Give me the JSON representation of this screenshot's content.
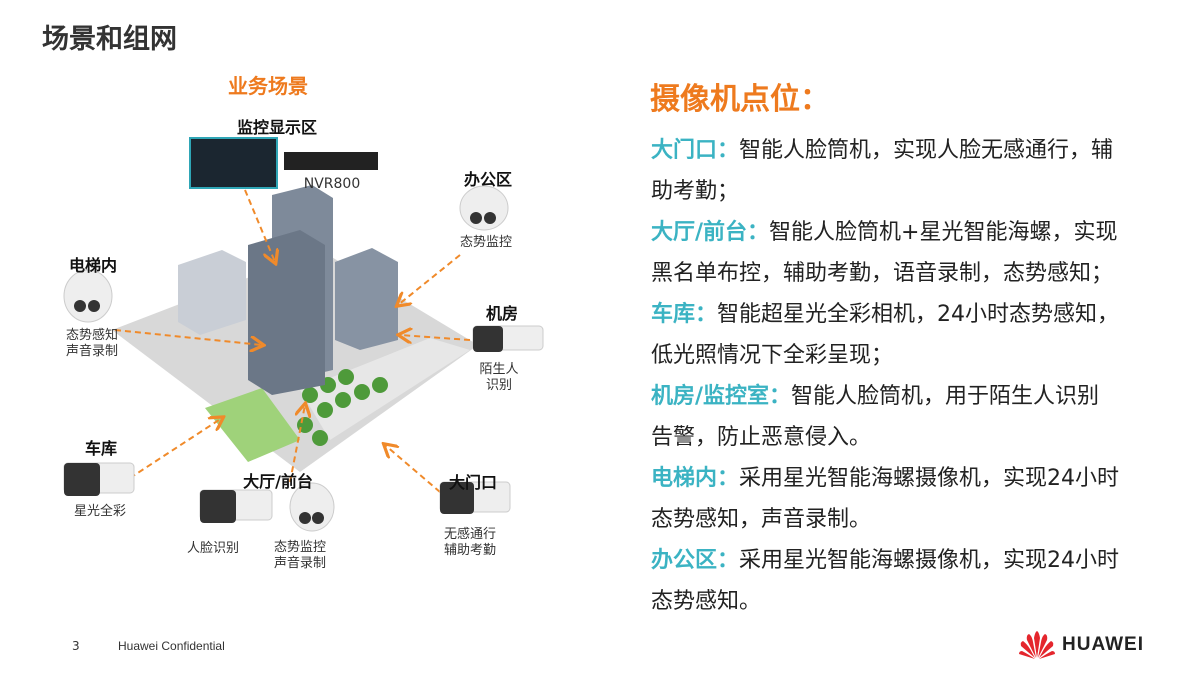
{
  "page_title": "场景和组网",
  "scene": {
    "title": "业务场景",
    "monitor_area": "监控显示区",
    "nvr_label": "NVR800",
    "office": {
      "title": "办公区",
      "desc": "态势监控"
    },
    "elevator": {
      "title": "电梯内",
      "desc1": "态势感知",
      "desc2": "声音录制"
    },
    "server_room": {
      "title": "机房",
      "desc1": "陌生人",
      "desc2": "识别"
    },
    "garage": {
      "title": "车库",
      "desc": "星光全彩"
    },
    "lobby": {
      "title": "大厅/前台",
      "bullet_desc": "人脸识别",
      "dome_desc1": "态势监控",
      "dome_desc2": "声音录制"
    },
    "gate": {
      "title": "大门口",
      "desc1": "无感通行",
      "desc2": "辅助考勤"
    }
  },
  "camera_points": {
    "title": "摄像机点位：",
    "items": [
      {
        "key": "大门口：",
        "line1": "智能人脸筒机，实现人脸无感通行，辅",
        "line2": "助考勤；"
      },
      {
        "key": "大厅/前台：",
        "line1": "智能人脸筒机+星光智能海螺，实现",
        "line2": "黑名单布控，辅助考勤，语音录制，态势感知；"
      },
      {
        "key": "车库：",
        "line1": "智能超星光全彩相机，24小时态势感知，",
        "line2": "低光照情况下全彩呈现；"
      },
      {
        "key": "机房/监控室：",
        "line1": "智能人脸筒机，用于陌生人识别",
        "line2": "告警，防止恶意侵入。"
      },
      {
        "key": "电梯内：",
        "line1": "采用星光智能海螺摄像机，实现24小时",
        "line2": "态势感知，声音录制。"
      },
      {
        "key": "办公区：",
        "line1": "采用星光智能海螺摄像机，实现24小时",
        "line2": "态势感知。"
      }
    ]
  },
  "footer": {
    "page_number": "3",
    "confidential": "Huawei Confidential",
    "brand": "HUAWEI"
  },
  "colors": {
    "accent_orange": "#ee7a1e",
    "key_teal": "#3bb3c3",
    "brand_red": "#e4262d"
  }
}
